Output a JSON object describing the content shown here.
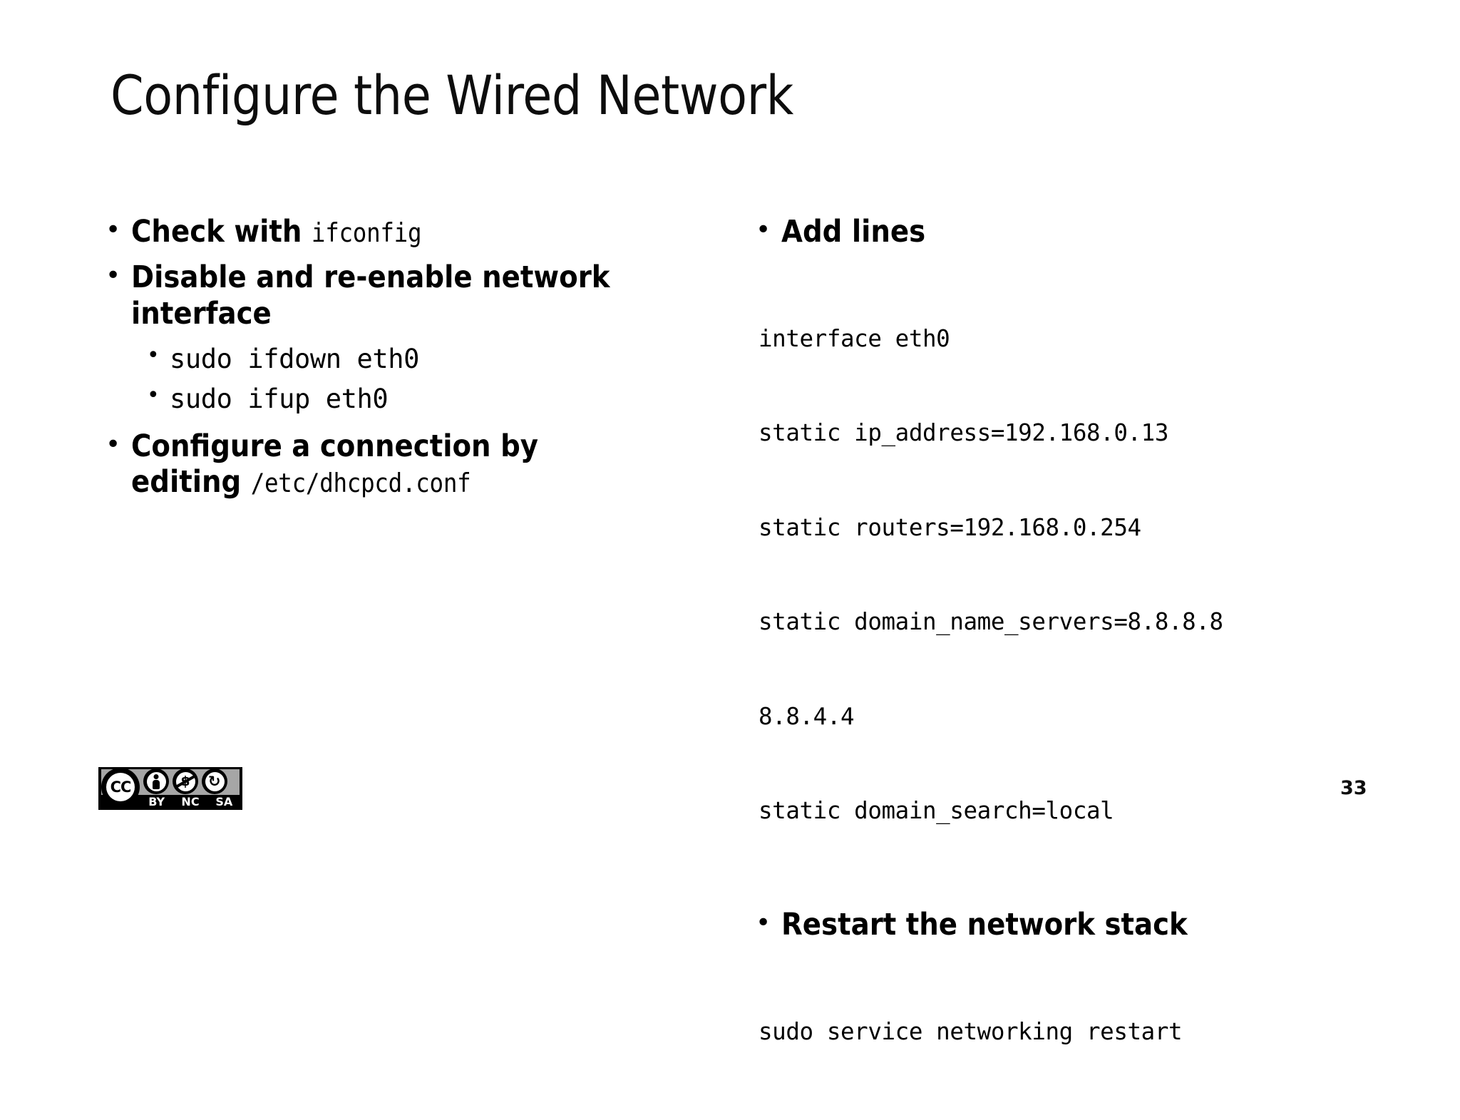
{
  "slide": {
    "title": "Configure the Wired Network",
    "page_number": "33"
  },
  "left_column": {
    "bullet_mark": "•",
    "items": [
      {
        "prefix": "Check with ",
        "code": "ifconfig"
      },
      {
        "prefix": "Disable and re-enable network interface",
        "code": ""
      },
      {
        "prefix": "Configure a connection by editing ",
        "code": "/etc/dhcpcd.conf"
      }
    ],
    "sub_bullets": [
      "sudo ifdown eth0",
      "sudo ifup eth0"
    ]
  },
  "right_column": {
    "bullet_mark": "•",
    "add_lines_label": "Add lines",
    "config_lines": [
      "interface eth0",
      "static ip_address=192.168.0.13",
      "static routers=192.168.0.254",
      "static domain_name_servers=8.8.8.8",
      "8.8.4.4",
      "static domain_search=local"
    ],
    "restart_label": "Restart the network stack",
    "restart_command": "sudo service networking restart"
  },
  "license_badge": {
    "mark": "CC",
    "terms": [
      "BY",
      "NC",
      "SA"
    ],
    "nc_symbol": "$",
    "sa_symbol": "↺",
    "band_color": "#a6a6a6",
    "base_color": "#000000"
  }
}
